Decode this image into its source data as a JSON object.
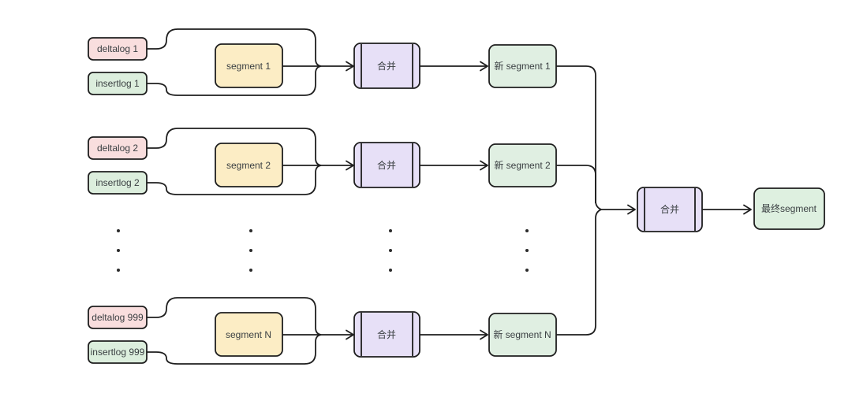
{
  "diagram": {
    "description": "Segment compaction flow: deltalog and insertlog are merged with each segment, producing new segments that are merged into a final segment",
    "colors": {
      "background": "#ffffff",
      "stroke": "#1e1e1e",
      "text": "#3a3f42",
      "deltalog_fill": "#f9dede",
      "insertlog_fill": "#dceedd",
      "segment_fill": "#fcedc5",
      "merge_fill": "#e7e0f7",
      "new_segment_fill": "#e0efe2",
      "final_segment_fill": "#def0e0"
    },
    "rows": [
      {
        "deltalog": "deltalog 1",
        "insertlog": "insertlog 1",
        "segment": "segment 1",
        "merge": "合并",
        "new_segment": "新 segment 1"
      },
      {
        "deltalog": "deltalog 2",
        "insertlog": "insertlog 2",
        "segment": "segment 2",
        "merge": "合并",
        "new_segment": "新 segment 2"
      },
      {
        "deltalog": "deltalog 999",
        "insertlog": "insertlog 999",
        "segment": "segment N",
        "merge": "合并",
        "new_segment": "新 segment N"
      }
    ],
    "final": {
      "merge": "合并",
      "segment": "最终segment"
    }
  }
}
